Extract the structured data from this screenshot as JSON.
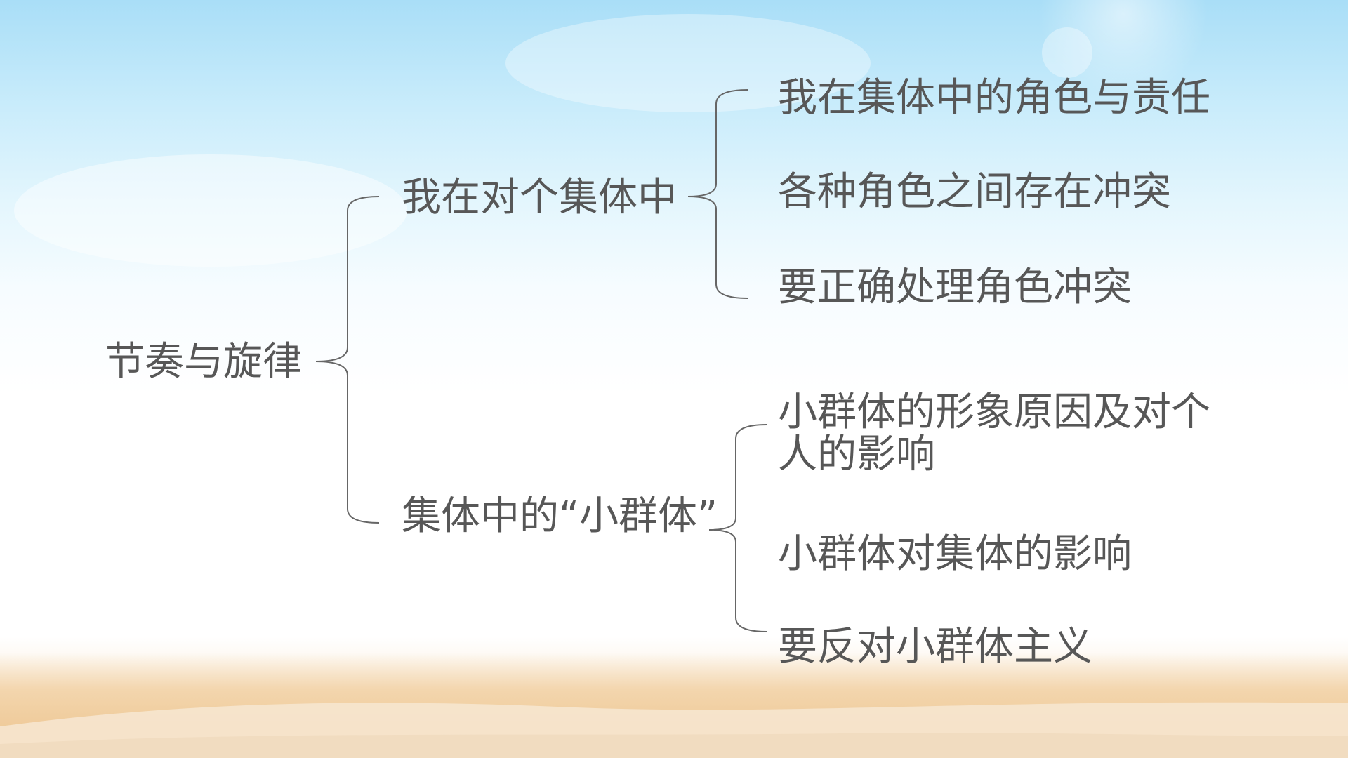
{
  "diagram": {
    "root": "节奏与旋律",
    "branches": [
      {
        "label": "我在对个集体中",
        "items": [
          "我在集体中的角色与责任",
          "各种角色之间存在冲突",
          "要正确处理角色冲突"
        ]
      },
      {
        "label": "集体中的“小群体”",
        "items": [
          "小群体的形象原因及对个人的影响",
          "小群体对集体的影响",
          "要反对小群体主义"
        ]
      }
    ]
  },
  "colors": {
    "text": "#575757",
    "bracket": "#666666",
    "sky_top": "#a9def7",
    "sand": "#efcb9c"
  }
}
